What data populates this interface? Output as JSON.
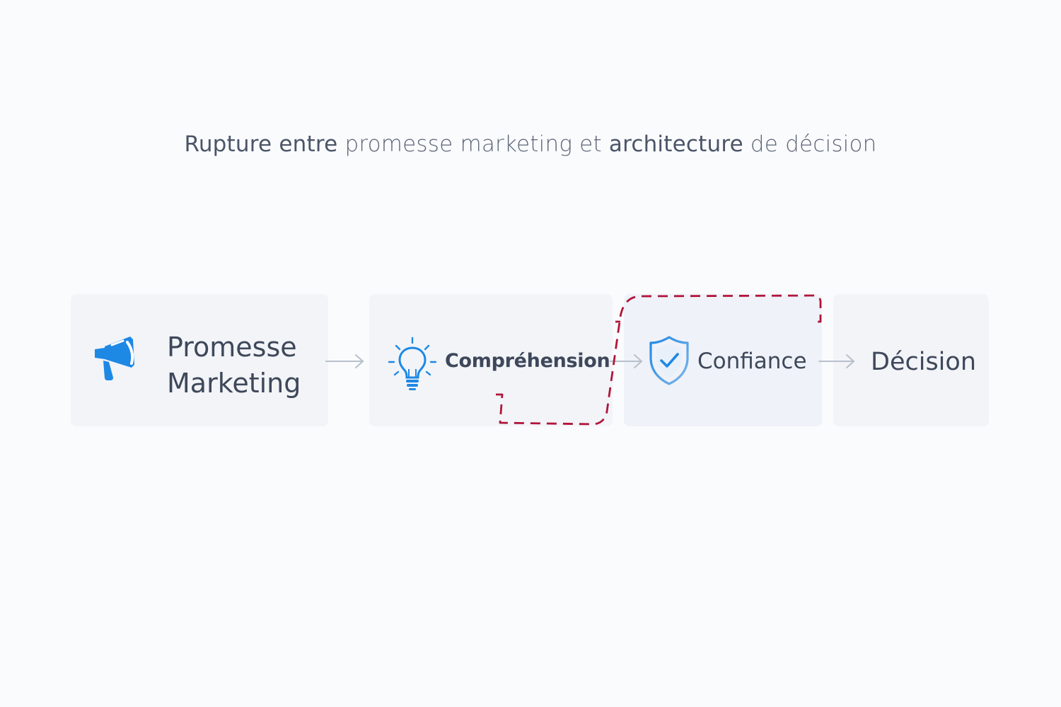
{
  "title": {
    "w1": "Rupture",
    "w2": "entre",
    "w3": "promesse marketing et",
    "w4": "architecture",
    "w5": "de décision"
  },
  "steps": [
    {
      "id": "promesse",
      "line1": "Promesse",
      "line2": "Marketing",
      "icon": "megaphone-icon"
    },
    {
      "id": "comprehension",
      "label": "Compréhension",
      "icon": "lightbulb-icon"
    },
    {
      "id": "confiance",
      "label": "Confiance",
      "icon": "shield-check-icon"
    },
    {
      "id": "decision",
      "label": "Décision"
    }
  ],
  "colors": {
    "background": "#fafbfd",
    "card": "#f2f4f8",
    "text": "#3e485a",
    "accent_blue": "#1e88e5",
    "arrow": "#b8c0cc",
    "rupture_red": "#b0163a"
  }
}
